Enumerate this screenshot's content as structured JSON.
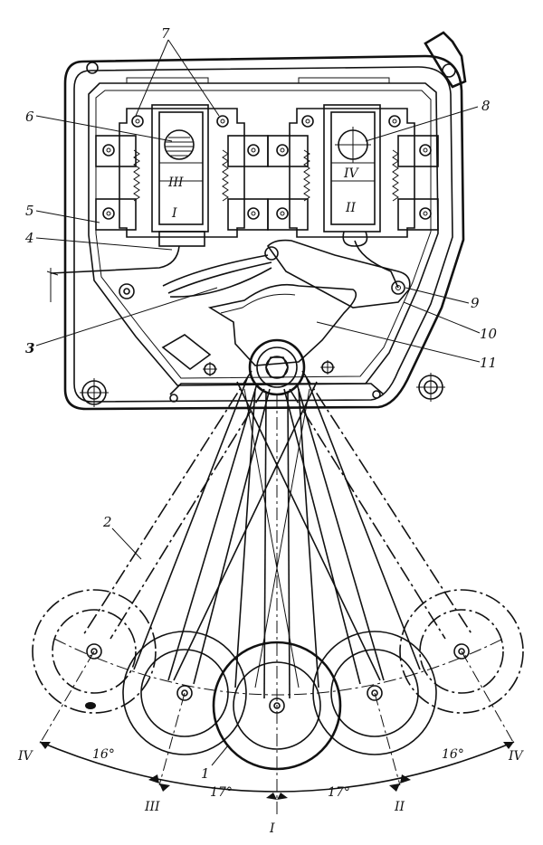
{
  "labels": {
    "n1": "1",
    "n2": "2",
    "n3": "3",
    "n4": "4",
    "n5": "5",
    "n6": "6",
    "n7": "7",
    "n8": "8",
    "n9": "9",
    "n10": "10",
    "n11": "11"
  },
  "coil_marks": {
    "left_top": "III",
    "left_bottom": "I",
    "right_top": "IV",
    "right_bottom": "II"
  },
  "positions": {
    "far_left": "IV",
    "left": "III",
    "center": "I",
    "right": "II",
    "far_right": "IV"
  },
  "angles": {
    "outer_left": "16°",
    "inner_left": "17°",
    "inner_right": "17°",
    "outer_right": "16°"
  }
}
